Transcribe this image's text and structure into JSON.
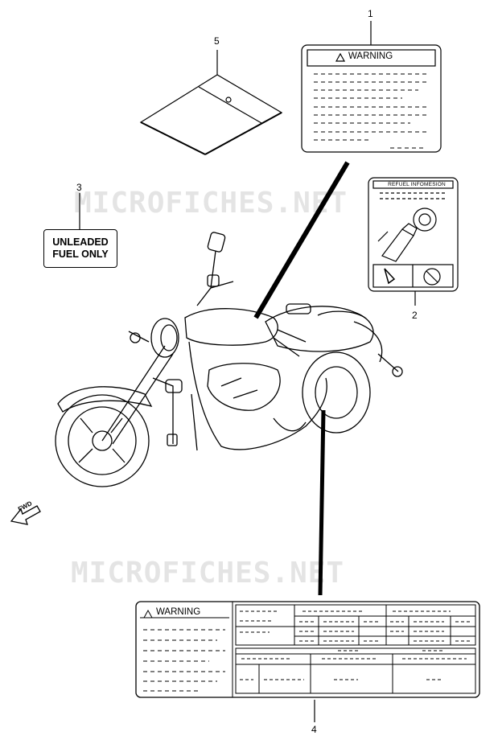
{
  "watermark": {
    "text": "MICROFICHES.NET"
  },
  "callouts": {
    "n1": "1",
    "n2": "2",
    "n3": "3",
    "n4": "4",
    "n5": "5"
  },
  "label_1": {
    "title": "WARNING"
  },
  "label_2": {
    "title": "REFUEL INFOMESION"
  },
  "label_3": {
    "line1": "UNLEADED",
    "line2": "FUEL ONLY"
  },
  "label_4": {
    "title": "WARNING"
  },
  "direction_marker": {
    "text": "FWD"
  },
  "icons": [
    "warning-triangle-icon",
    "fuel-nozzle-icon",
    "no-fire-icon",
    "forward-arrow-icon"
  ]
}
